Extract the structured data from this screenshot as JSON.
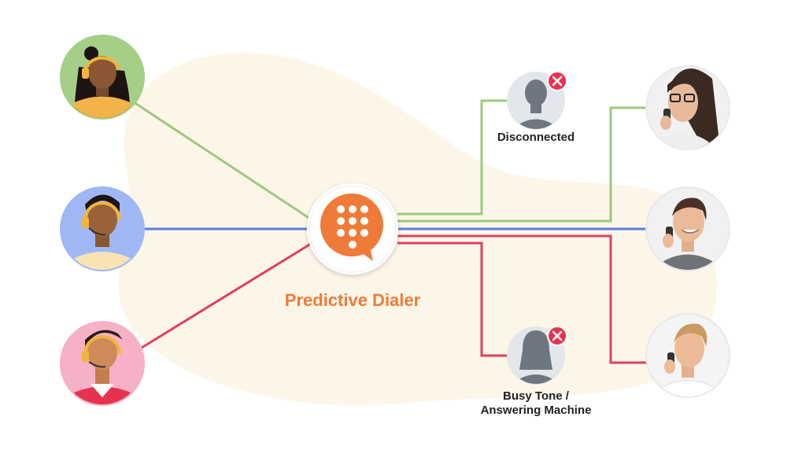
{
  "hub": {
    "label": "Predictive Dialer",
    "icon": "dial-pad-chat-icon"
  },
  "agents": [
    {
      "name": "agent-1",
      "icon": "headset-agent-avatar"
    },
    {
      "name": "agent-2",
      "icon": "headset-agent-avatar"
    },
    {
      "name": "agent-3",
      "icon": "headset-agent-avatar"
    }
  ],
  "outcomes": [
    {
      "label": "Disconnected",
      "status": "failed"
    },
    {
      "label_line1": "Busy Tone /",
      "label_line2": "Answering Machine",
      "status": "failed"
    }
  ],
  "recipients": [
    {
      "name": "recipient-1",
      "icon": "person-on-phone-avatar"
    },
    {
      "name": "recipient-2",
      "icon": "person-on-phone-avatar"
    },
    {
      "name": "recipient-3",
      "icon": "person-on-phone-avatar"
    }
  ],
  "colors": {
    "green": "#9cc97d",
    "blue": "#5b7fe0",
    "red": "#e23e5b",
    "orange": "#ef7b38",
    "blob": "#fbf6e8",
    "fail": "#e8334f"
  }
}
